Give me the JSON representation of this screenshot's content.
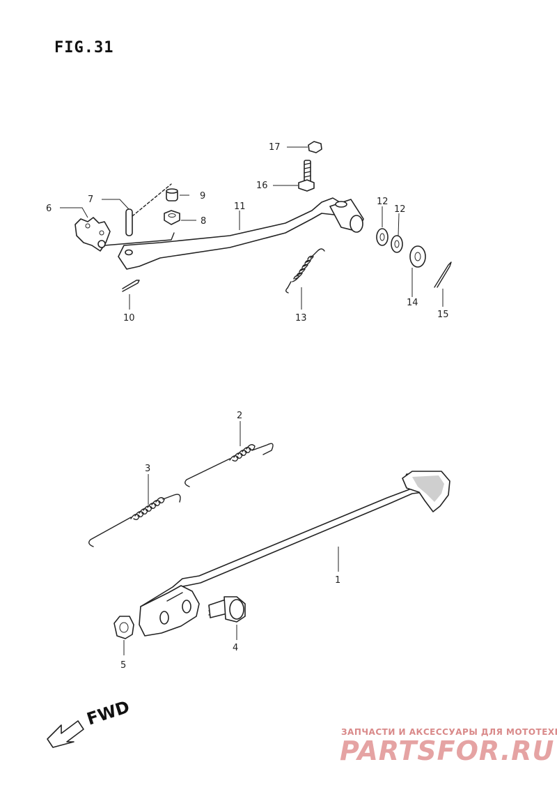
{
  "figure": {
    "title": "FIG.31"
  },
  "callouts": {
    "c1": "1",
    "c2": "2",
    "c3": "3",
    "c4": "4",
    "c5": "5",
    "c6": "6",
    "c7": "7",
    "c8": "8",
    "c9": "9",
    "c10": "10",
    "c11": "11",
    "c12a": "12",
    "c12b": "12",
    "c13": "13",
    "c14": "14",
    "c15": "15",
    "c16": "16",
    "c17": "17"
  },
  "direction": {
    "label": "FWD"
  },
  "watermark": {
    "tagline": "ЗАПЧАСТИ И АКСЕССУАРЫ ДЛЯ МОТОТЕХНИКИ",
    "logo": "PARTSFOR.RU"
  }
}
